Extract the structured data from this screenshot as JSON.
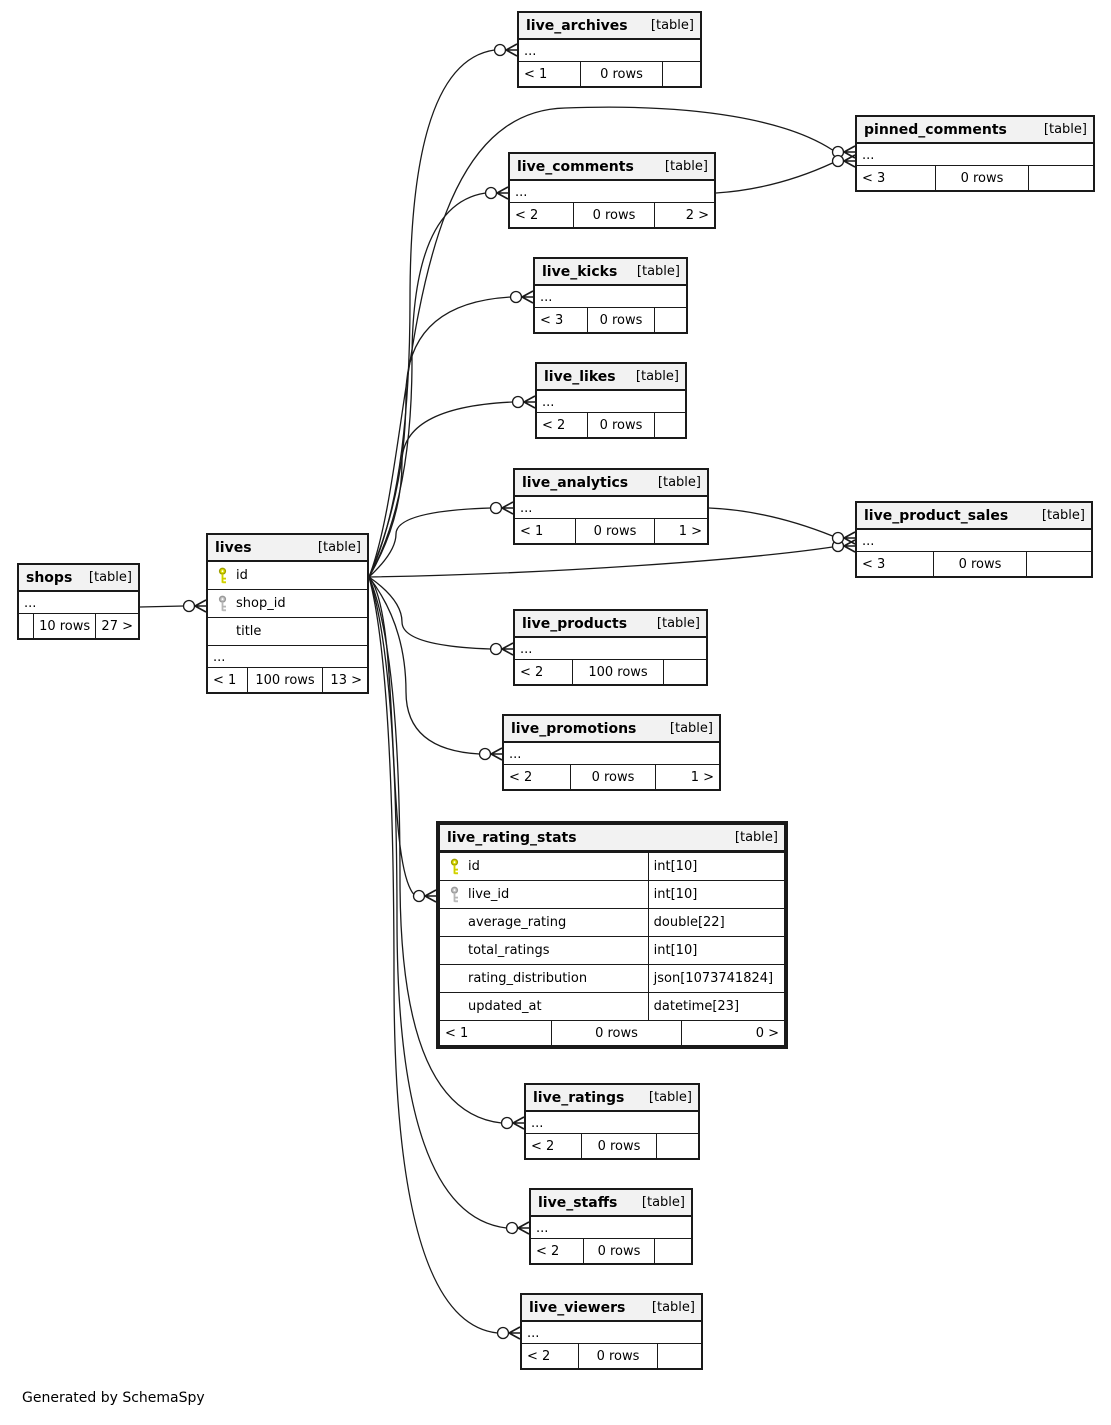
{
  "diagram": {
    "credit": "Generated by SchemaSpy",
    "ellipsis_label": "...",
    "colors": {
      "border": "#1a1a1a",
      "header_bg": "#f2f2f2",
      "primary_key": "#e0e000",
      "primary_key_outline": "#a0a000",
      "foreign_key": "#c4c4c4",
      "foreign_key_outline": "#9a9a9a"
    },
    "tables": [
      {
        "id": "shops",
        "name": "shops",
        "tag": "[table]",
        "ellipsis": true,
        "footer": {
          "left": "",
          "center": "10 rows",
          "right": "27 >"
        }
      },
      {
        "id": "lives",
        "name": "lives",
        "tag": "[table]",
        "ellipsis": true,
        "columns": [
          {
            "name": "id",
            "key": "primary"
          },
          {
            "name": "shop_id",
            "key": "foreign"
          },
          {
            "name": "title",
            "key": ""
          }
        ],
        "footer": {
          "left": "< 1",
          "center": "100 rows",
          "right": "13 >"
        }
      },
      {
        "id": "live_archives",
        "name": "live_archives",
        "tag": "[table]",
        "ellipsis": true,
        "footer": {
          "left": "< 1",
          "center": "0 rows",
          "right": ""
        }
      },
      {
        "id": "pinned_comments",
        "name": "pinned_comments",
        "tag": "[table]",
        "ellipsis": true,
        "footer": {
          "left": "< 3",
          "center": "0 rows",
          "right": ""
        }
      },
      {
        "id": "live_comments",
        "name": "live_comments",
        "tag": "[table]",
        "ellipsis": true,
        "footer": {
          "left": "< 2",
          "center": "0 rows",
          "right": "2 >"
        }
      },
      {
        "id": "live_kicks",
        "name": "live_kicks",
        "tag": "[table]",
        "ellipsis": true,
        "footer": {
          "left": "< 3",
          "center": "0 rows",
          "right": ""
        }
      },
      {
        "id": "live_likes",
        "name": "live_likes",
        "tag": "[table]",
        "ellipsis": true,
        "footer": {
          "left": "< 2",
          "center": "0 rows",
          "right": ""
        }
      },
      {
        "id": "live_analytics",
        "name": "live_analytics",
        "tag": "[table]",
        "ellipsis": true,
        "footer": {
          "left": "< 1",
          "center": "0 rows",
          "right": "1 >"
        }
      },
      {
        "id": "live_product_sales",
        "name": "live_product_sales",
        "tag": "[table]",
        "ellipsis": true,
        "footer": {
          "left": "< 3",
          "center": "0 rows",
          "right": ""
        }
      },
      {
        "id": "live_products",
        "name": "live_products",
        "tag": "[table]",
        "ellipsis": true,
        "footer": {
          "left": "< 2",
          "center": "100 rows",
          "right": ""
        }
      },
      {
        "id": "live_promotions",
        "name": "live_promotions",
        "tag": "[table]",
        "ellipsis": true,
        "footer": {
          "left": "< 2",
          "center": "0 rows",
          "right": "1 >"
        }
      },
      {
        "id": "live_rating_stats",
        "name": "live_rating_stats",
        "tag": "[table]",
        "emphasized": true,
        "columns": [
          {
            "name": "id",
            "type": "int[10]",
            "key": "primary"
          },
          {
            "name": "live_id",
            "type": "int[10]",
            "key": "foreign"
          },
          {
            "name": "average_rating",
            "type": "double[22]",
            "key": ""
          },
          {
            "name": "total_ratings",
            "type": "int[10]",
            "key": ""
          },
          {
            "name": "rating_distribution",
            "type": "json[1073741824]",
            "key": ""
          },
          {
            "name": "updated_at",
            "type": "datetime[23]",
            "key": ""
          }
        ],
        "footer": {
          "left": "< 1",
          "center": "0 rows",
          "right": "0 >"
        }
      },
      {
        "id": "live_ratings",
        "name": "live_ratings",
        "tag": "[table]",
        "ellipsis": true,
        "footer": {
          "left": "< 2",
          "center": "0 rows",
          "right": ""
        }
      },
      {
        "id": "live_staffs",
        "name": "live_staffs",
        "tag": "[table]",
        "ellipsis": true,
        "footer": {
          "left": "< 2",
          "center": "0 rows",
          "right": ""
        }
      },
      {
        "id": "live_viewers",
        "name": "live_viewers",
        "tag": "[table]",
        "ellipsis": true,
        "footer": {
          "left": "< 2",
          "center": "0 rows",
          "right": ""
        }
      }
    ],
    "connections": [
      {
        "from": "shops",
        "to": "lives"
      },
      {
        "from": "lives",
        "to": "live_archives"
      },
      {
        "from": "lives",
        "to": "pinned_comments"
      },
      {
        "from": "lives",
        "to": "live_comments"
      },
      {
        "from": "lives",
        "to": "live_kicks"
      },
      {
        "from": "lives",
        "to": "live_likes"
      },
      {
        "from": "lives",
        "to": "live_analytics"
      },
      {
        "from": "lives",
        "to": "live_product_sales"
      },
      {
        "from": "lives",
        "to": "live_products"
      },
      {
        "from": "lives",
        "to": "live_promotions"
      },
      {
        "from": "lives",
        "to": "live_rating_stats"
      },
      {
        "from": "lives",
        "to": "live_ratings"
      },
      {
        "from": "lives",
        "to": "live_staffs"
      },
      {
        "from": "lives",
        "to": "live_viewers"
      },
      {
        "from": "live_comments",
        "to": "pinned_comments"
      },
      {
        "from": "live_analytics",
        "to": "live_product_sales"
      }
    ]
  }
}
